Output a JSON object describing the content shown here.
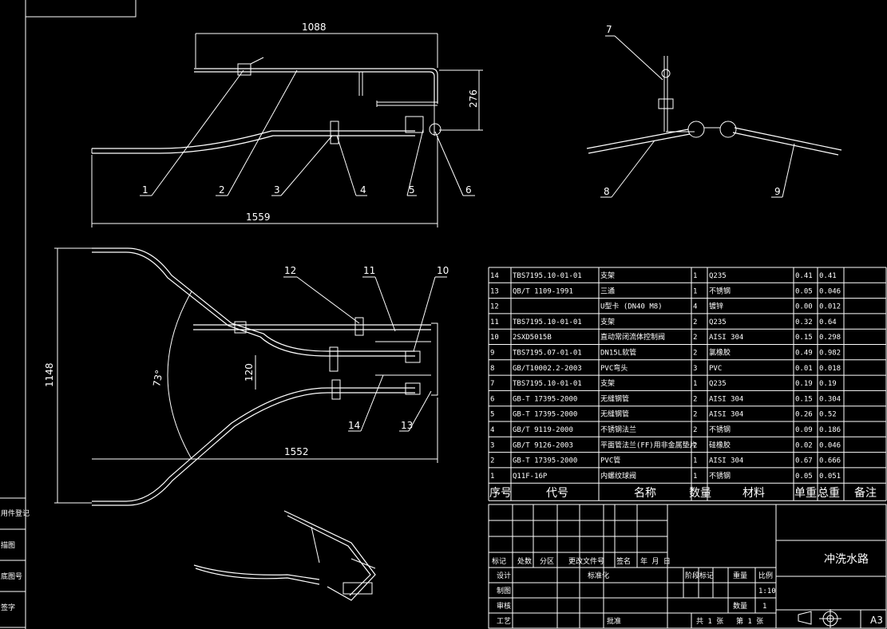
{
  "colors": {
    "background": "#000000",
    "line": "#ffffff"
  },
  "views": {
    "front": {
      "dim_top": "1088",
      "dim_side": "276",
      "dim_bottom": "1559",
      "balloons": [
        "1",
        "2",
        "3",
        "4",
        "5",
        "6"
      ]
    },
    "iso_top": {
      "balloons": [
        "7",
        "8",
        "9"
      ]
    },
    "plan": {
      "dim_height": "1148",
      "dim_gap": "120",
      "dim_angle": "73°",
      "dim_bottom": "1552",
      "balloons": [
        "12",
        "11",
        "10",
        "14",
        "13"
      ]
    }
  },
  "left_strip": [
    "用件登记",
    "描图",
    "底图号",
    "签字"
  ],
  "bom": {
    "rows": [
      {
        "no": "14",
        "code": "TBS7195.10-01-01",
        "name": "支架",
        "qty": "1",
        "mat": "Q235",
        "unit": "0.41",
        "total": "0.41"
      },
      {
        "no": "13",
        "code": "QB/T 1109-1991",
        "name": "三通",
        "qty": "1",
        "mat": "不锈钢",
        "unit": "0.05",
        "total": "0.046"
      },
      {
        "no": "12",
        "code": "",
        "name": "U型卡 (DN40 M8)",
        "qty": "4",
        "mat": "镀锌",
        "unit": "0.00",
        "total": "0.012"
      },
      {
        "no": "11",
        "code": "TBS7195.10-01-01",
        "name": "支架",
        "qty": "2",
        "mat": "Q235",
        "unit": "0.32",
        "total": "0.64"
      },
      {
        "no": "10",
        "code": "2SXD5015B",
        "name": "直动常闭流体控制阀",
        "qty": "2",
        "mat": "AISI 304",
        "unit": "0.15",
        "total": "0.298"
      },
      {
        "no": "9",
        "code": "TBS7195.07-01-01",
        "name": "DN15L软管",
        "qty": "2",
        "mat": "氯橡胶",
        "unit": "0.49",
        "total": "0.982"
      },
      {
        "no": "8",
        "code": "GB/T10002.2-2003",
        "name": "PVC弯头",
        "qty": "3",
        "mat": "PVC",
        "unit": "0.01",
        "total": "0.018"
      },
      {
        "no": "7",
        "code": "TBS7195.10-01-01",
        "name": "支架",
        "qty": "1",
        "mat": "Q235",
        "unit": "0.19",
        "total": "0.19"
      },
      {
        "no": "6",
        "code": "GB-T 17395-2000",
        "name": "无缝钢管",
        "qty": "2",
        "mat": "AISI 304",
        "unit": "0.15",
        "total": "0.304"
      },
      {
        "no": "5",
        "code": "GB-T 17395-2000",
        "name": "无缝钢管",
        "qty": "2",
        "mat": "AISI 304",
        "unit": "0.26",
        "total": "0.52"
      },
      {
        "no": "4",
        "code": "GB/T 9119-2000",
        "name": "不锈钢法兰",
        "qty": "2",
        "mat": "不锈钢",
        "unit": "0.09",
        "total": "0.186"
      },
      {
        "no": "3",
        "code": "GB/T 9126-2003",
        "name": "平面管法兰(FF)用非金属垫片",
        "qty": "2",
        "mat": "硅橡胶",
        "unit": "0.02",
        "total": "0.046"
      },
      {
        "no": "2",
        "code": "GB-T 17395-2000",
        "name": "PVC管",
        "qty": "1",
        "mat": "AISI 304",
        "unit": "0.67",
        "total": "0.666"
      },
      {
        "no": "1",
        "code": "Q11F-16P",
        "name": "内螺纹球阀",
        "qty": "1",
        "mat": "不锈钢",
        "unit": "0.05",
        "total": "0.051"
      }
    ],
    "header": {
      "no": "序号",
      "code": "代号",
      "name": "名称",
      "qty": "数量",
      "mat": "材料",
      "unit": "单重",
      "total": "总重",
      "note": "备注"
    }
  },
  "titleblock": {
    "title": "冲洗水路",
    "rev_labels": [
      "标记",
      "处数",
      "分区",
      "更改文件号",
      "签名",
      "年 月 日"
    ],
    "design": "设计",
    "standard": "标准化",
    "stage": "阶段标记",
    "weight": "重量",
    "scale_label": "比例",
    "draw": "制图",
    "check": "审核",
    "process": "工艺",
    "approve": "批准",
    "scale": "1:10",
    "qty_label": "数量",
    "qty": "1",
    "sheets": "共 1 张",
    "sheet": "第 1 张",
    "size": "A3"
  }
}
